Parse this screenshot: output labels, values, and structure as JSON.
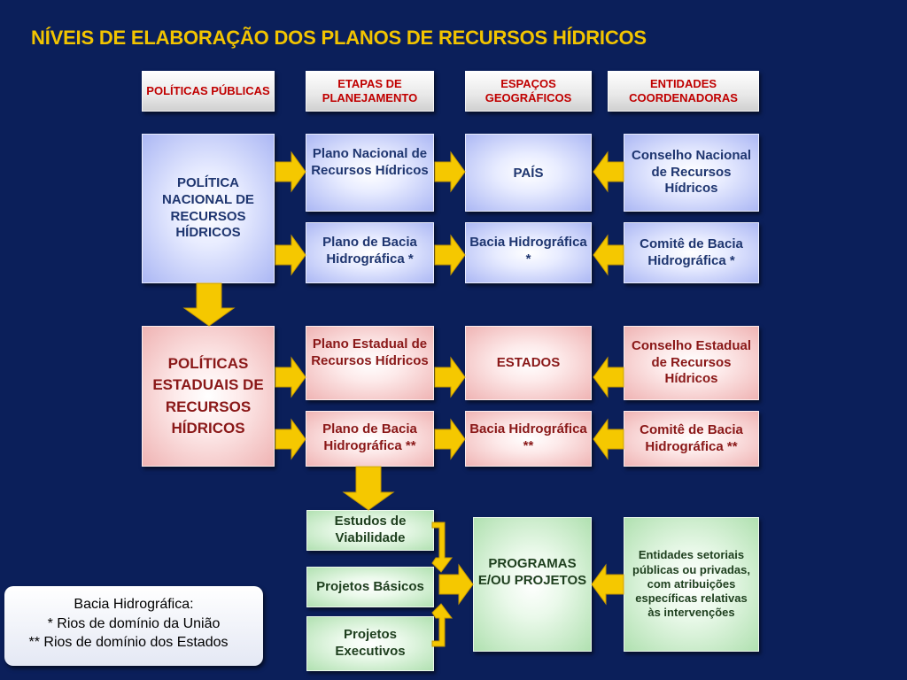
{
  "title": "NÍVEIS DE ELABORAÇÃO DOS PLANOS DE RECURSOS HÍDRICOS",
  "headers": {
    "politicas": "POLÍTICAS PÚBLICAS",
    "etapas": "ETAPAS DE PLANEJAMENTO",
    "espacos": "ESPAÇOS GEOGRÁFICOS",
    "entidades": "ENTIDADES COORDENADORAS"
  },
  "national": {
    "policy": "POLÍTICA NACIONAL DE RECURSOS HÍDRICOS",
    "plan_national": "Plano Nacional de Recursos Hídricos",
    "space_country": "PAÍS",
    "entity_council": "Conselho Nacional de Recursos Hídricos",
    "plan_basin": "Plano de Bacia Hidrográfica *",
    "space_basin": "Bacia Hidrográfica *",
    "entity_committee": "Comitê de Bacia Hidrográfica *"
  },
  "state": {
    "policy": "POLÍTICAS ESTADUAIS DE RECURSOS HÍDRICOS",
    "plan_state": "Plano Estadual de  Recursos Hídricos",
    "space_states": "ESTADOS",
    "entity_council": "Conselho Estadual de Recursos Hídricos",
    "plan_basin": "Plano de Bacia Hidrográfica **",
    "space_basin": "Bacia Hidrográfica **",
    "entity_committee": "Comitê de Bacia Hidrográfica **"
  },
  "projects": {
    "viability": "Estudos de Viabilidade",
    "basic": "Projetos Básicos",
    "executive": "Projetos Executivos",
    "programs": "PROGRAMAS E/OU PROJETOS",
    "entities": "Entidades setoriais públicas ou privadas, com atribuições específicas relativas às intervenções"
  },
  "legend": {
    "line1": "Bacia Hidrográfica:",
    "line2": "* Rios de domínio da União",
    "line3": "** Rios de domínio dos Estados"
  },
  "colors": {
    "background": "#0b1f5a",
    "title": "#f2c400",
    "arrow": "#f5c800",
    "header_text": "#c00000"
  }
}
